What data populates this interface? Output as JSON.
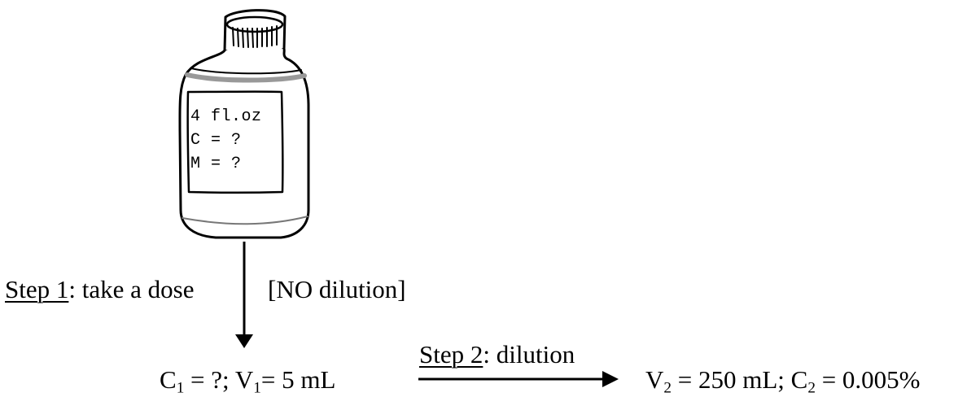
{
  "bottle": {
    "label_lines": [
      "4 fl.oz",
      "C = ?",
      "M = ?"
    ]
  },
  "step1": {
    "title": "Step 1",
    "rest": ": take a dose",
    "note": "[NO dilution]"
  },
  "step2": {
    "title": "Step 2",
    "rest": ": dilution"
  },
  "initial": {
    "c_sym": "C",
    "c_sub": "1",
    "c_val": " = ?; ",
    "v_sym": "V",
    "v_sub": "1",
    "v_val": "= 5 mL"
  },
  "final": {
    "v_sym": "V",
    "v_sub": "2",
    "v_val": " = 250 mL; ",
    "c_sym": "C",
    "c_sub": "2",
    "c_val": " = 0.005%"
  }
}
